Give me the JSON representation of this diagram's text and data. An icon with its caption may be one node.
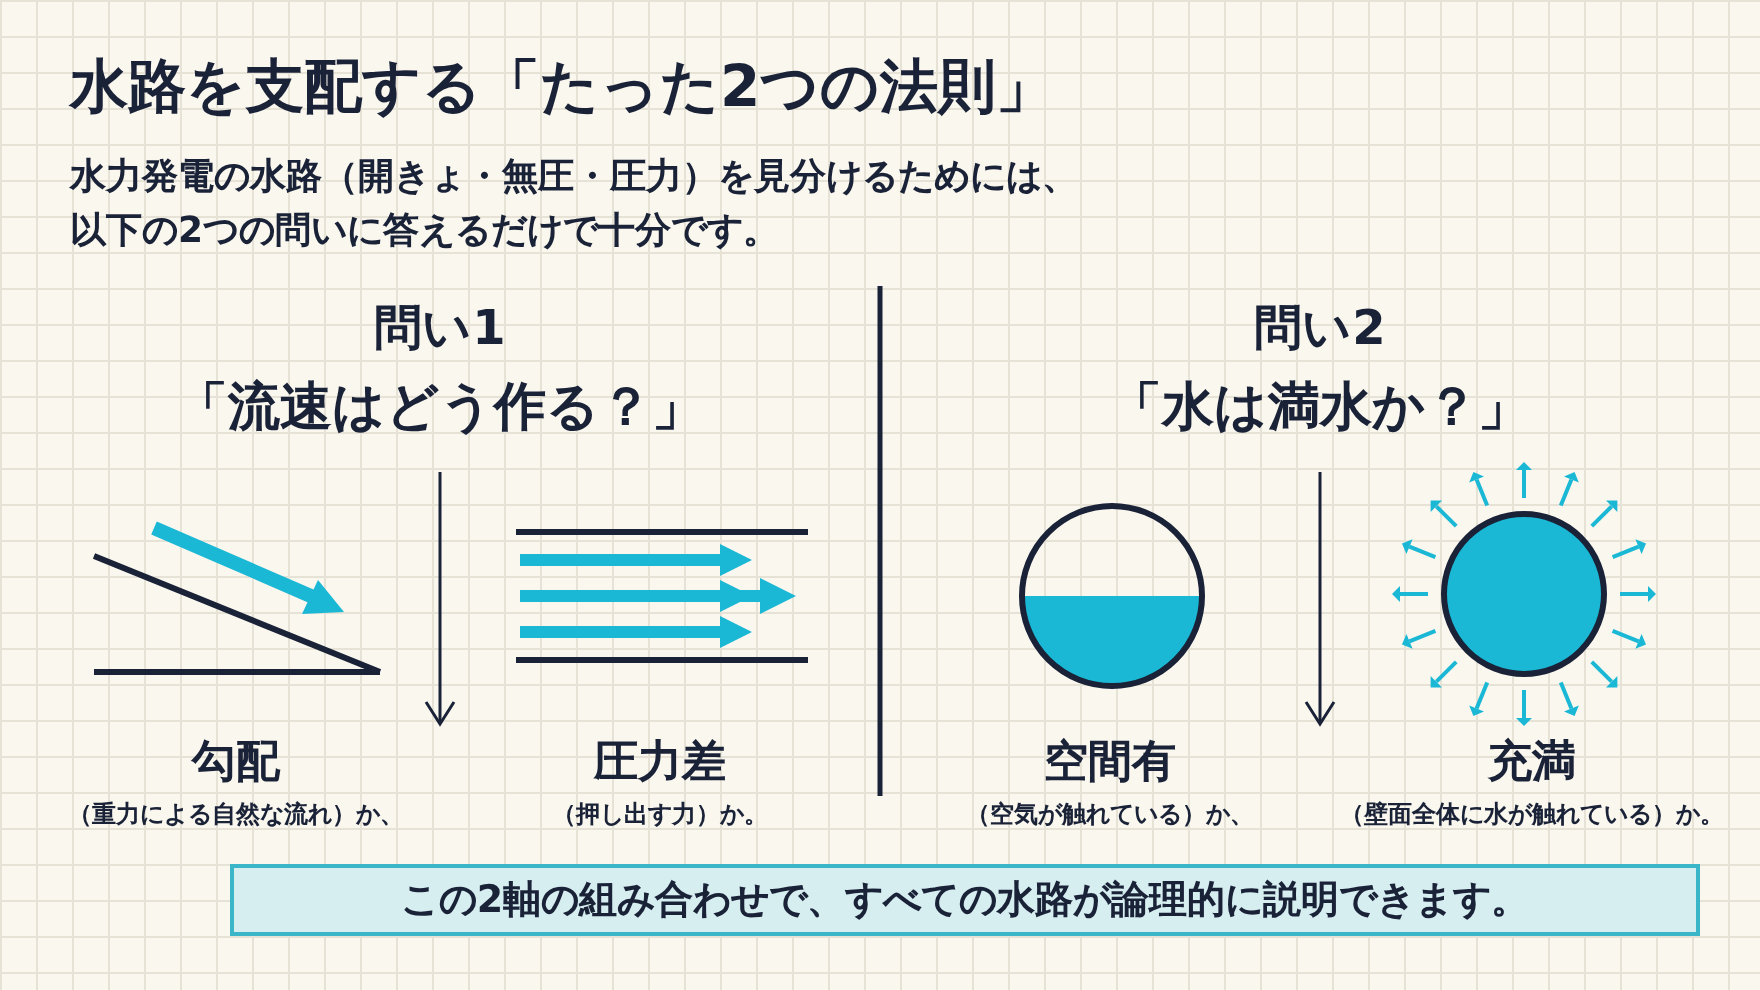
{
  "diagram": {
    "title": "水路を支配する「たった2つの法則」",
    "nodes": [
      {
        "text": [
          "問い1",
          "「流速はどう作る？」"
        ]
      },
      {
        "text": [
          "勾配",
          "（重力による自然な流れ）か、"
        ]
      },
      {
        "text": [
          "圧力差",
          "（押し出す力）か。"
        ]
      },
      {
        "text": [
          "問い2",
          "「水は満水か？」"
        ]
      },
      {
        "text": [
          "空間有",
          "（空気が触れている）か、"
        ]
      },
      {
        "text": [
          "充満",
          "（壁面全体に水が触れている）か。"
        ]
      },
      {
        "text": [
          "この2軸の組み合わせで、すべての水路が論理的に説明できます。"
        ]
      }
    ],
    "edges": [],
    "labels": [
      "水力発電の水路（開きょ・無圧・圧力）を見分けるためには、",
      "以下の2つの問いに答えるだけで十分です。"
    ]
  }
}
